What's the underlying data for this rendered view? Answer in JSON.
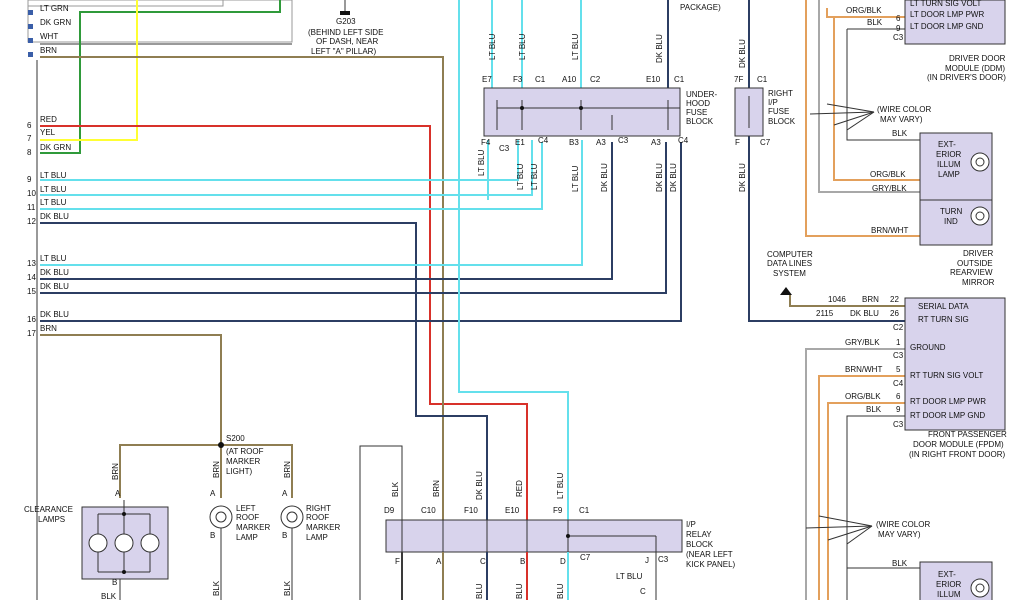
{
  "connector_left": {
    "top_labels": [
      "LT GRN",
      "DK GRN",
      "WHT",
      "BRN"
    ],
    "pins": [
      {
        "n": "6",
        "label": "RED"
      },
      {
        "n": "7",
        "label": "YEL"
      },
      {
        "n": "8",
        "label": "DK GRN"
      },
      {
        "n": "9",
        "label": "LT BLU"
      },
      {
        "n": "10",
        "label": "LT BLU"
      },
      {
        "n": "11",
        "label": "LT BLU"
      },
      {
        "n": "12",
        "label": "DK BLU"
      },
      {
        "n": "13",
        "label": "LT BLU"
      },
      {
        "n": "14",
        "label": "DK BLU"
      },
      {
        "n": "15",
        "label": "DK BLU"
      },
      {
        "n": "16",
        "label": "DK BLU"
      },
      {
        "n": "17",
        "label": "BRN"
      }
    ]
  },
  "ground_g203": {
    "name": "G203",
    "lines": [
      "(BEHIND LEFT SIDE",
      "OF DASH, NEAR",
      "LEFT \"A\" PILLAR)"
    ]
  },
  "underhood_fuse_block": {
    "title_lines": [
      "UNDER-",
      "HOOD",
      "FUSE",
      "BLOCK"
    ],
    "top_pins": [
      "E7",
      "F3",
      "C1",
      "A10",
      "C2",
      "E10",
      "C1"
    ],
    "bottom_pins": [
      "F4",
      "C3",
      "E1",
      "C4",
      "B3",
      "A3",
      "C3",
      "A3",
      "C4"
    ],
    "wires_above": [
      "LT BLU",
      "LT BLU",
      "LT BLU",
      "DK BLU"
    ],
    "wires_below": [
      "LT BLU",
      "LT BLU",
      "LT BLU",
      "LT BLU",
      "DK BLU",
      "DK BLU",
      "DK BLU"
    ]
  },
  "package_text": "PACKAGE)",
  "rip_fuse_block": {
    "title_lines": [
      "RIGHT",
      "I/P",
      "FUSE",
      "BLOCK"
    ],
    "top_pins": [
      "7F",
      "C1"
    ],
    "bottom_pins": [
      "F",
      "C7"
    ],
    "wire_above": "DK BLU",
    "wire_below": "DK BLU"
  },
  "ddm": {
    "rows": [
      {
        "color": "ORG/BLK",
        "pin": "6",
        "label": "LT DOOR LMP PWR"
      },
      {
        "color": "BLK",
        "pin": "9",
        "label": "LT DOOR LMP GND"
      }
    ],
    "top_partial": "LT TURN SIG VOLT",
    "conn": "C3",
    "title_lines": [
      "DRIVER DOOR",
      "MODULE (DDM)",
      "(IN DRIVER'S DOOR)"
    ]
  },
  "wire_color_note": [
    "(WIRE COLOR",
    "MAY VARY)"
  ],
  "mirror": {
    "blk_label": "BLK",
    "exterior_lamp_lines": [
      "EXT-",
      "ERIOR",
      "ILLUM",
      "LAMP"
    ],
    "turn_ind_lines": [
      "TURN",
      "IND"
    ],
    "wires": [
      "ORG/BLK",
      "GRY/BLK",
      "BRN/WHT"
    ],
    "title_lines": [
      "DRIVER",
      "OUTSIDE",
      "REARVIEW",
      "MIRROR"
    ]
  },
  "computer_data": {
    "lines": [
      "COMPUTER",
      "DATA LINES",
      "SYSTEM"
    ]
  },
  "fpdm": {
    "circuits": [
      {
        "num": "1046",
        "color": "BRN",
        "pin": "22",
        "label": "SERIAL DATA"
      },
      {
        "num": "2115",
        "color": "DK BLU",
        "pin": "26",
        "label": "RT TURN SIG"
      }
    ],
    "conns": [
      "C2",
      "C3",
      "C4",
      "C3"
    ],
    "rows": [
      {
        "color": "GRY/BLK",
        "pin": "1",
        "label": "GROUND"
      },
      {
        "color": "BRN/WHT",
        "pin": "5",
        "label": "RT TURN SIG VOLT"
      },
      {
        "color": "ORG/BLK",
        "pin": "6",
        "label": "RT DOOR LMP PWR"
      },
      {
        "color": "BLK",
        "pin": "9",
        "label": "RT DOOR LMP GND"
      }
    ],
    "title_lines": [
      "FRONT PASSENGER",
      "DOOR MODULE (FPDM)",
      "(IN RIGHT FRONT DOOR)"
    ]
  },
  "mirror2": {
    "blk_label": "BLK",
    "lamp_lines": [
      "EXT-",
      "ERIOR",
      "ILLUM"
    ]
  },
  "splice_s200": {
    "name": "S200",
    "lines": [
      "(AT ROOF",
      "MARKER",
      "LIGHT)"
    ]
  },
  "clearance_lamps": {
    "label_lines": [
      "CLEARANCE",
      "LAMPS"
    ],
    "wire_top": "BRN",
    "wire_bottom": "BLK",
    "pin_a": "A",
    "pin_b": "B"
  },
  "left_roof_lamp": {
    "label_lines": [
      "LEFT",
      "ROOF",
      "MARKER",
      "LAMP"
    ],
    "wire_top": "BRN",
    "wire_bottom": "BLK",
    "pin_a": "A",
    "pin_b": "B"
  },
  "right_roof_lamp": {
    "label_lines": [
      "RIGHT",
      "ROOF",
      "MARKER",
      "LAMP"
    ],
    "wire_top": "BRN",
    "wire_bottom": "BLK",
    "pin_a": "A",
    "pin_b": "B"
  },
  "ip_relay_block": {
    "title_lines": [
      "I/P",
      "RELAY",
      "BLOCK",
      "(NEAR LEFT",
      "KICK PANEL)"
    ],
    "top_pins": [
      "D9",
      "C10",
      "F10",
      "E10",
      "F9",
      "C1"
    ],
    "bottom_pins": [
      "F",
      "A",
      "C",
      "B",
      "D",
      "C7",
      "J",
      "C3"
    ],
    "wires_above": [
      "BLK",
      "BRN",
      "DK BLU",
      "RED",
      "LT BLU"
    ],
    "wires_below": [
      "BLU",
      "BLU",
      "BLU"
    ],
    "right_wire": "LT BLU",
    "right_pin": "C"
  }
}
